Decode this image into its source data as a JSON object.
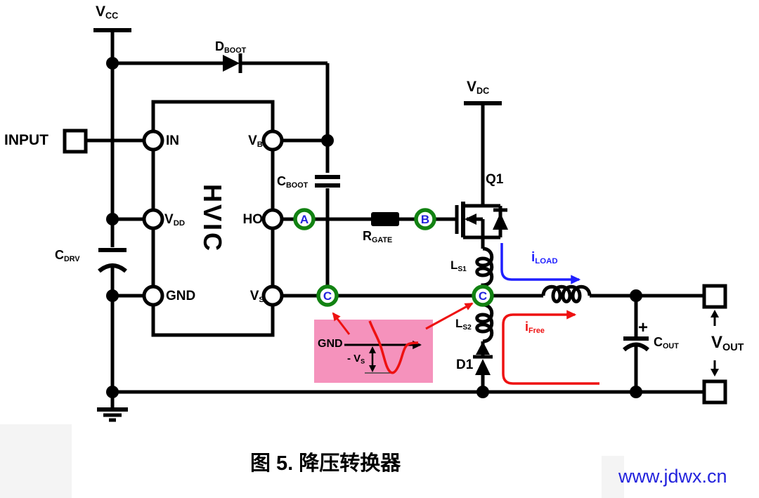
{
  "diagram": {
    "caption": "图 5. 降压转换器",
    "watermark": "www.jdwx.cn",
    "colors": {
      "wire": "#000000",
      "node_ring": "#128212",
      "node_letter": "#2222dd",
      "load_current_blue": "#1f1fff",
      "free_current_red": "#ee1111",
      "inset_background_pink": "#f592bc",
      "watermark_blue": "#2323dd"
    },
    "labels": {
      "vcc": {
        "main": "V",
        "sub": "CC"
      },
      "input": "INPUT",
      "dboot": {
        "main": "D",
        "sub": "BOOT"
      },
      "cdrv": {
        "main": "C",
        "sub": "DRV"
      },
      "chip": "HVIC",
      "pin_in": "IN",
      "pin_vdd": {
        "main": "V",
        "sub": "DD"
      },
      "pin_gnd": "GND",
      "pin_vb": {
        "main": "V",
        "sub": "B"
      },
      "pin_ho": "HO",
      "pin_vs": {
        "main": "V",
        "sub": "S"
      },
      "cboot": {
        "main": "C",
        "sub": "BOOT"
      },
      "rgate": {
        "main": "R",
        "sub": "GATE"
      },
      "vdc": {
        "main": "V",
        "sub": "DC"
      },
      "q1": "Q1",
      "ls1": {
        "main": "L",
        "sub": "S1"
      },
      "ls2": {
        "main": "L",
        "sub": "S2"
      },
      "d1": "D1",
      "iload": {
        "main": "i",
        "sub": "LOAD"
      },
      "ifree": {
        "main": "i",
        "sub": "Free"
      },
      "cout": {
        "main": "C",
        "sub": "OUT"
      },
      "cout_plus": "+",
      "vout": {
        "main": "V",
        "sub": "OUT"
      }
    },
    "nodes": {
      "a": "A",
      "b": "B",
      "c_left": "C",
      "c_right": "C"
    },
    "inset": {
      "gnd": "GND",
      "neg_vs": {
        "main": "- V",
        "sub": "S"
      }
    }
  }
}
